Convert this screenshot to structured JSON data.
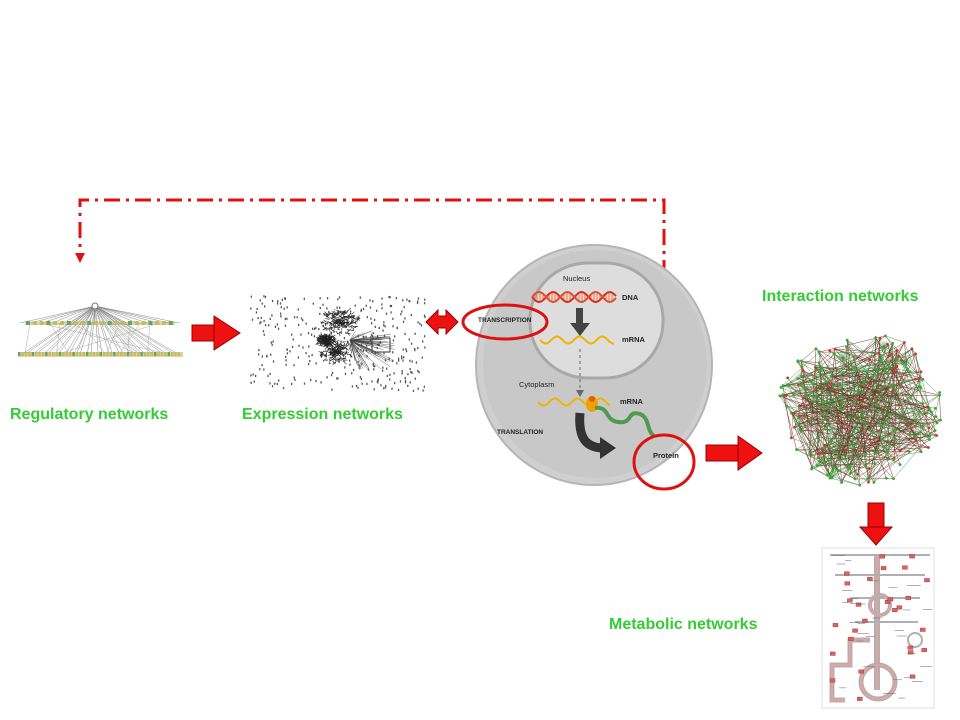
{
  "colors": {
    "label_green": "#33cc33",
    "arrow_red": "#ee1111",
    "feedback_red": "#dd1111",
    "cell_gray": "#c8c8c8",
    "nucleus_gray": "#dcdcdc",
    "mrna_yellow": "#f0b400"
  },
  "labels": {
    "regulatory": "Regulatory networks",
    "expression": "Expression networks",
    "interaction": "Interaction networks",
    "metabolic": "Metabolic networks"
  },
  "cell": {
    "nucleus": "Nucleus",
    "dna": "DNA",
    "mrna_nucleus": "mRNA",
    "transcription": "TRANSCRIPTION",
    "cytoplasm": "Cytoplasm",
    "mrna_cytoplasm": "mRNA",
    "translation": "TRANSLATION",
    "protein": "Protein"
  },
  "icons": {
    "flow_arrow": "right-arrow-icon",
    "bidirectional_arrow": "double-arrow-icon",
    "down_arrow": "down-arrow-icon",
    "feedback_arrow": "dash-dot-feedback-arrow"
  }
}
